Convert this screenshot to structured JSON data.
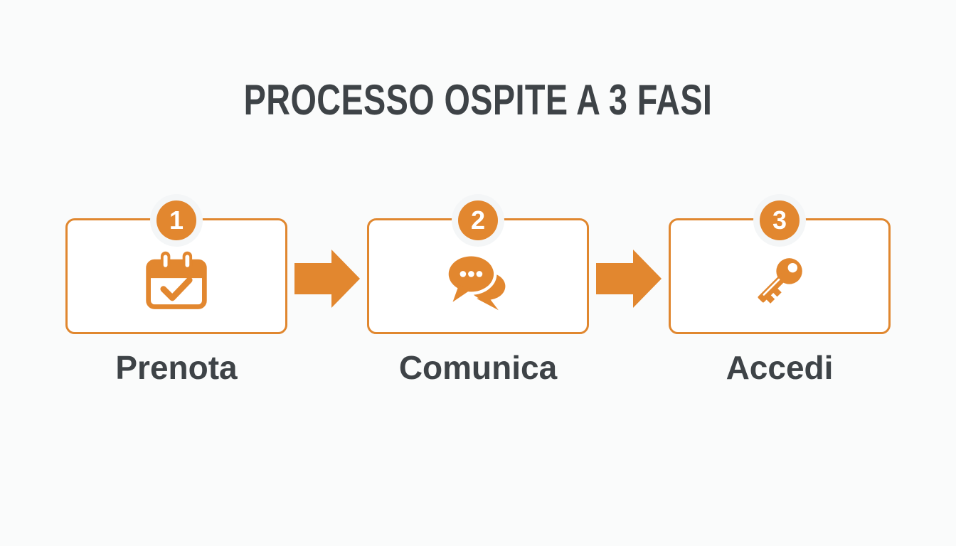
{
  "title": "PROCESSO OSPITE A 3 FASI",
  "colors": {
    "accent_orange": "#e2872f",
    "card_border_orange": "#e0872f",
    "heading_text": "#3e4347",
    "background": "#fafbfb",
    "card_background": "#ffffff",
    "badge_text": "#ffffff",
    "badge_halo": "#f4f6f7"
  },
  "steps": [
    {
      "number": "1",
      "label": "Prenota",
      "icon": "calendar-check-icon"
    },
    {
      "number": "2",
      "label": "Comunica",
      "icon": "chat-bubbles-icon"
    },
    {
      "number": "3",
      "label": "Accedi",
      "icon": "key-icon"
    }
  ],
  "connectors": [
    {
      "icon": "right-arrow-icon"
    },
    {
      "icon": "right-arrow-icon"
    }
  ]
}
